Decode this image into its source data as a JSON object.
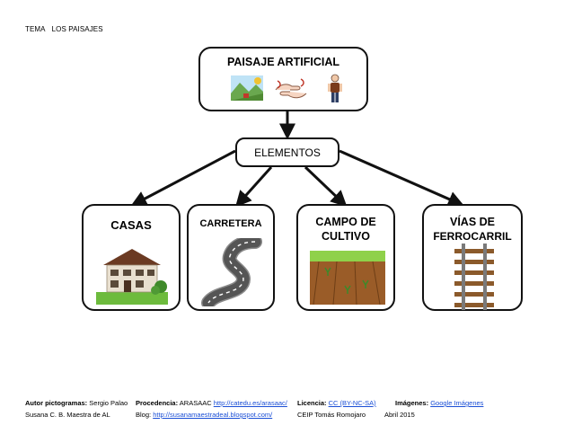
{
  "header": {
    "tema": "TEMA",
    "topic": "LOS PAISAJES"
  },
  "diagram": {
    "root": "PAISAJE ARTIFICIAL",
    "middle": "ELEMENTOS",
    "children": [
      {
        "line1": "CASAS",
        "line2": "",
        "icon": "house-icon"
      },
      {
        "line1": "CARRETERA",
        "line2": "",
        "icon": "road-icon"
      },
      {
        "line1": "CAMPO DE",
        "line2": "CULTIVO",
        "icon": "field-icon"
      },
      {
        "line1": "VÍAS DE",
        "line2": "FERROCARRIL",
        "icon": "railway-icon"
      }
    ]
  },
  "footer": {
    "autor_label": "Autor pictogramas:",
    "autor": "Sergio Palao",
    "procedencia_label": "Procedencia:",
    "procedencia": "ARASAAC",
    "procedencia_url": "http://catedu.es/arasaac/",
    "licencia_label": "Licencia:",
    "licencia": "CC (BY-NC-SA)",
    "imagenes_label": "Imágenes:",
    "imagenes": "Google Imágenes",
    "author2": "Susana C. B. Maestra de AL",
    "blog_label": "Blog:",
    "blog_url": "http://susanamaestradeal.blogspot.com/",
    "school": "CEIP Tomás Romojaro",
    "date": "Abril 2015"
  }
}
